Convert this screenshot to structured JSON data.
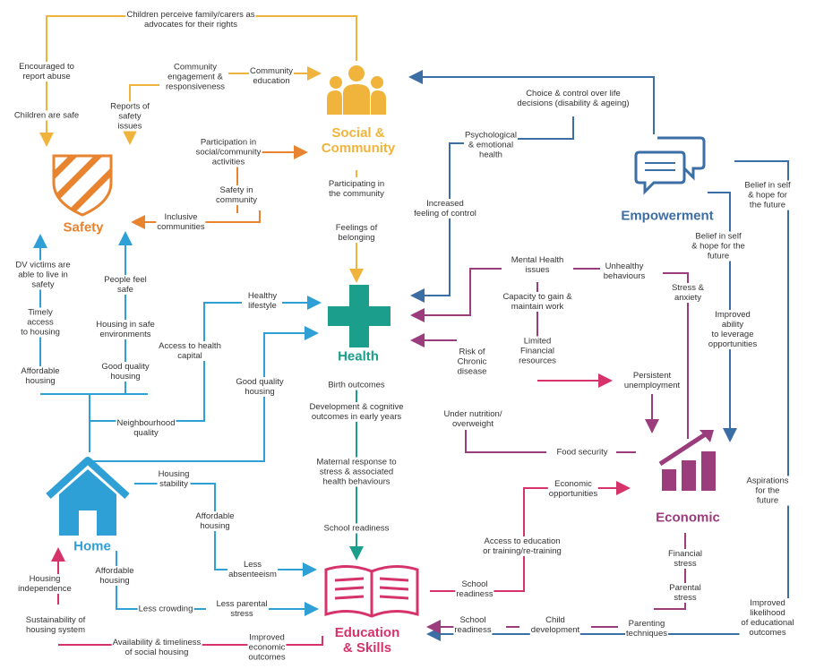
{
  "colors": {
    "safety": "#E8832F",
    "social": "#F0B43C",
    "health": "#1B9E8C",
    "home": "#2EA0D6",
    "education": "#D6336B",
    "economic": "#9B3C7C",
    "empowerment": "#3C6EA6",
    "text": "#333333"
  },
  "hubs": {
    "social": {
      "title": "Social &\nCommunity",
      "icon": "people-icon"
    },
    "safety": {
      "title": "Safety",
      "icon": "shield-icon"
    },
    "empowerment": {
      "title": "Empowerment",
      "icon": "speech-bubbles-icon"
    },
    "health": {
      "title": "Health",
      "icon": "medical-cross-icon"
    },
    "home": {
      "title": "Home",
      "icon": "house-icon"
    },
    "economic": {
      "title": "Economic",
      "icon": "bar-chart-icon"
    },
    "education": {
      "title": "Education\n& Skills",
      "icon": "open-book-icon"
    }
  },
  "labels": {
    "children_perceive": "Children perceive family/carers as\nadvocates for their rights",
    "encouraged_report": "Encouraged to\nreport abuse",
    "children_safe": "Children are safe",
    "community_engagement": "Community\nengagement &\nresponsiveness",
    "community_education": "Community\neducation",
    "reports_safety": "Reports of\nsafety\nissues",
    "participation_social": "Participation in\nsocial/community\nactivities",
    "safety_in_community": "Safety in\ncommunity",
    "inclusive_communities": "Inclusive\ncommunities",
    "participating_community": "Participating in\nthe community",
    "feelings_belonging": "Feelings of\nbelonging",
    "choice_control": "Choice & control over life\ndecisions (disability & ageing)",
    "psych_health": "Psychological\n& emotional\nhealth",
    "increased_control": "Increased\nfeeling of control",
    "belief_self_1": "Belief in self\n& hope for\nthe future",
    "belief_self_2": "Belief in self\n& hope for the\nfuture",
    "dv_victims": "DV victims are\nable to live in\nsafety",
    "timely_access": "Timely\naccess\nto housing",
    "affordable_housing_1": "Affordable\nhousing",
    "people_feel_safe": "People feel\nsafe",
    "housing_safe_env": "Housing in safe\nenvironments",
    "good_quality_housing_1": "Good quality\nhousing",
    "healthy_lifestyle": "Healthy\nlifestyle",
    "access_health_capital": "Access to health\ncapital",
    "good_quality_housing_2": "Good quality\nhousing",
    "neighbourhood_quality": "Neighbourhood\nquality",
    "mental_health": "Mental  Health\nissues",
    "unhealthy_behaviours": "Unhealthy\nbehaviours",
    "capacity_work": "Capacity to gain &\nmaintain work",
    "stress_anxiety": "Stress &\nanxiety",
    "improved_ability": "Improved\nability\nto leverage\nopportunities",
    "limited_financial": "Limited\nFinancial\nresources",
    "risk_chronic": "Risk of\nChronic\ndisease",
    "persistent_unemployment": "Persistent\nunemployment",
    "birth_outcomes": "Birth outcomes",
    "development_cognitive": "Development & cognitive\noutcomes in early years",
    "under_nutrition": "Under nutrition/\noverweight",
    "food_security": "Food security",
    "maternal_response": "Maternal response to\nstress & associated\nhealth behaviours",
    "housing_stability": "Housing\nstability",
    "affordable_housing_2": "Affordable\nhousing",
    "economic_opportunities": "Economic\nopportunities",
    "aspirations": "Aspirations\nfor the\nfuture",
    "school_readiness_1": "School readiness",
    "access_education": "Access to education\nor training/re-training",
    "less_absenteeism": "Less\nabsenteeism",
    "financial_stress": "Financial\nstress",
    "housing_independence": "Housing\nindependence",
    "affordable_housing_3": "Affordable\nhousing",
    "school_readiness_2": "School\nreadiness",
    "parental_stress": "Parental\nstress",
    "less_crowding": "Less crowding",
    "less_parental_stress": "Less parental\nstress",
    "improved_likelihood": "Improved likelihood\nof educational\noutcomes",
    "sustainability_housing": "Sustainability of\nhousing system",
    "school_readiness_3": "School\nreadiness",
    "child_development": "Child\ndevelopment",
    "parenting_techniques": "Parenting\ntechniques",
    "availability_social_housing": "Availability & timeliness\nof social housing",
    "improved_economic": "Improved\neconomic\noutcomes"
  }
}
